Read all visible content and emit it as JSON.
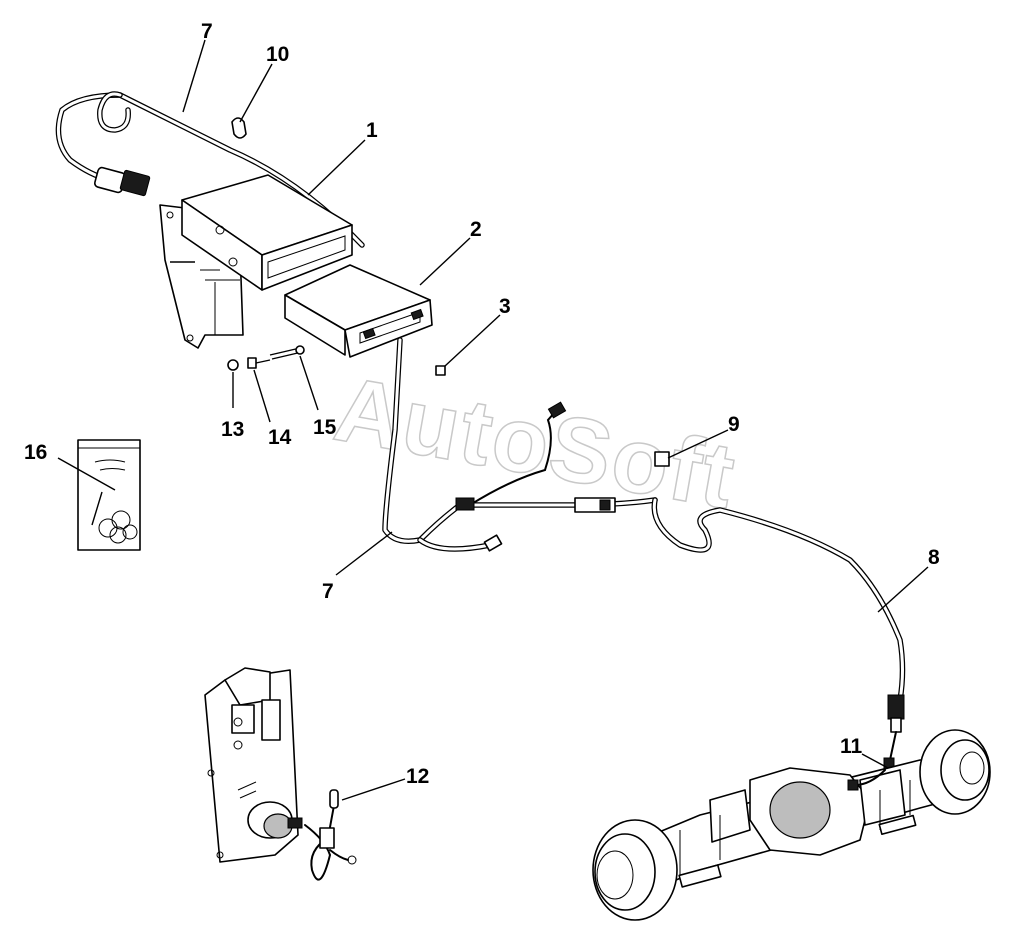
{
  "watermark": "AutoSoft",
  "callouts": [
    {
      "id": "c7a",
      "text": "7"
    },
    {
      "id": "c10",
      "text": "10"
    },
    {
      "id": "c1",
      "text": "1"
    },
    {
      "id": "c2",
      "text": "2"
    },
    {
      "id": "c3",
      "text": "3"
    },
    {
      "id": "c9",
      "text": "9"
    },
    {
      "id": "c13",
      "text": "13"
    },
    {
      "id": "c14",
      "text": "14"
    },
    {
      "id": "c15",
      "text": "15"
    },
    {
      "id": "c16",
      "text": "16"
    },
    {
      "id": "c7b",
      "text": "7"
    },
    {
      "id": "c8",
      "text": "8"
    },
    {
      "id": "c11",
      "text": "11"
    },
    {
      "id": "c12",
      "text": "12"
    }
  ]
}
